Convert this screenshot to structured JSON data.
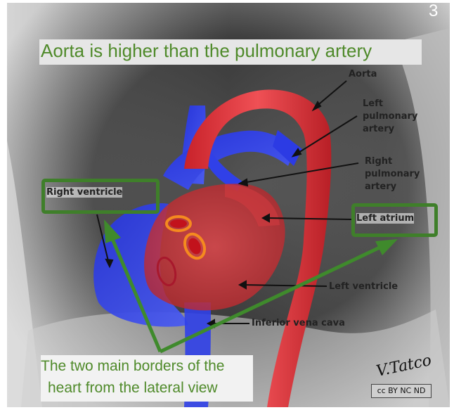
{
  "slide": {
    "title": "Aorta is higher than the pulmonary artery",
    "number": "3",
    "caption_line1": "The two main borders of the",
    "caption_line2": "heart from the lateral view",
    "watermark": "V.Tatco",
    "license": "cc BY NC ND"
  },
  "labels": {
    "aorta": "Aorta",
    "left_pulmonary_artery_1": "Left",
    "left_pulmonary_artery_2": "pulmonary",
    "left_pulmonary_artery_3": "artery",
    "right_pulmonary_artery_1": "Right",
    "right_pulmonary_artery_2": "pulmonary",
    "right_pulmonary_artery_3": "artery",
    "right_ventricle": "Right ventricle",
    "left_atrium": "Left atrium",
    "left_ventricle": "Left ventricle",
    "inferior_vena_cava": "Inferior vena cava"
  },
  "colors": {
    "title_green": "#4f8a2a",
    "frame_green": "#3f7f2a",
    "aorta_red": "#d42a2a",
    "venous_blue": "#2a3ae0"
  }
}
